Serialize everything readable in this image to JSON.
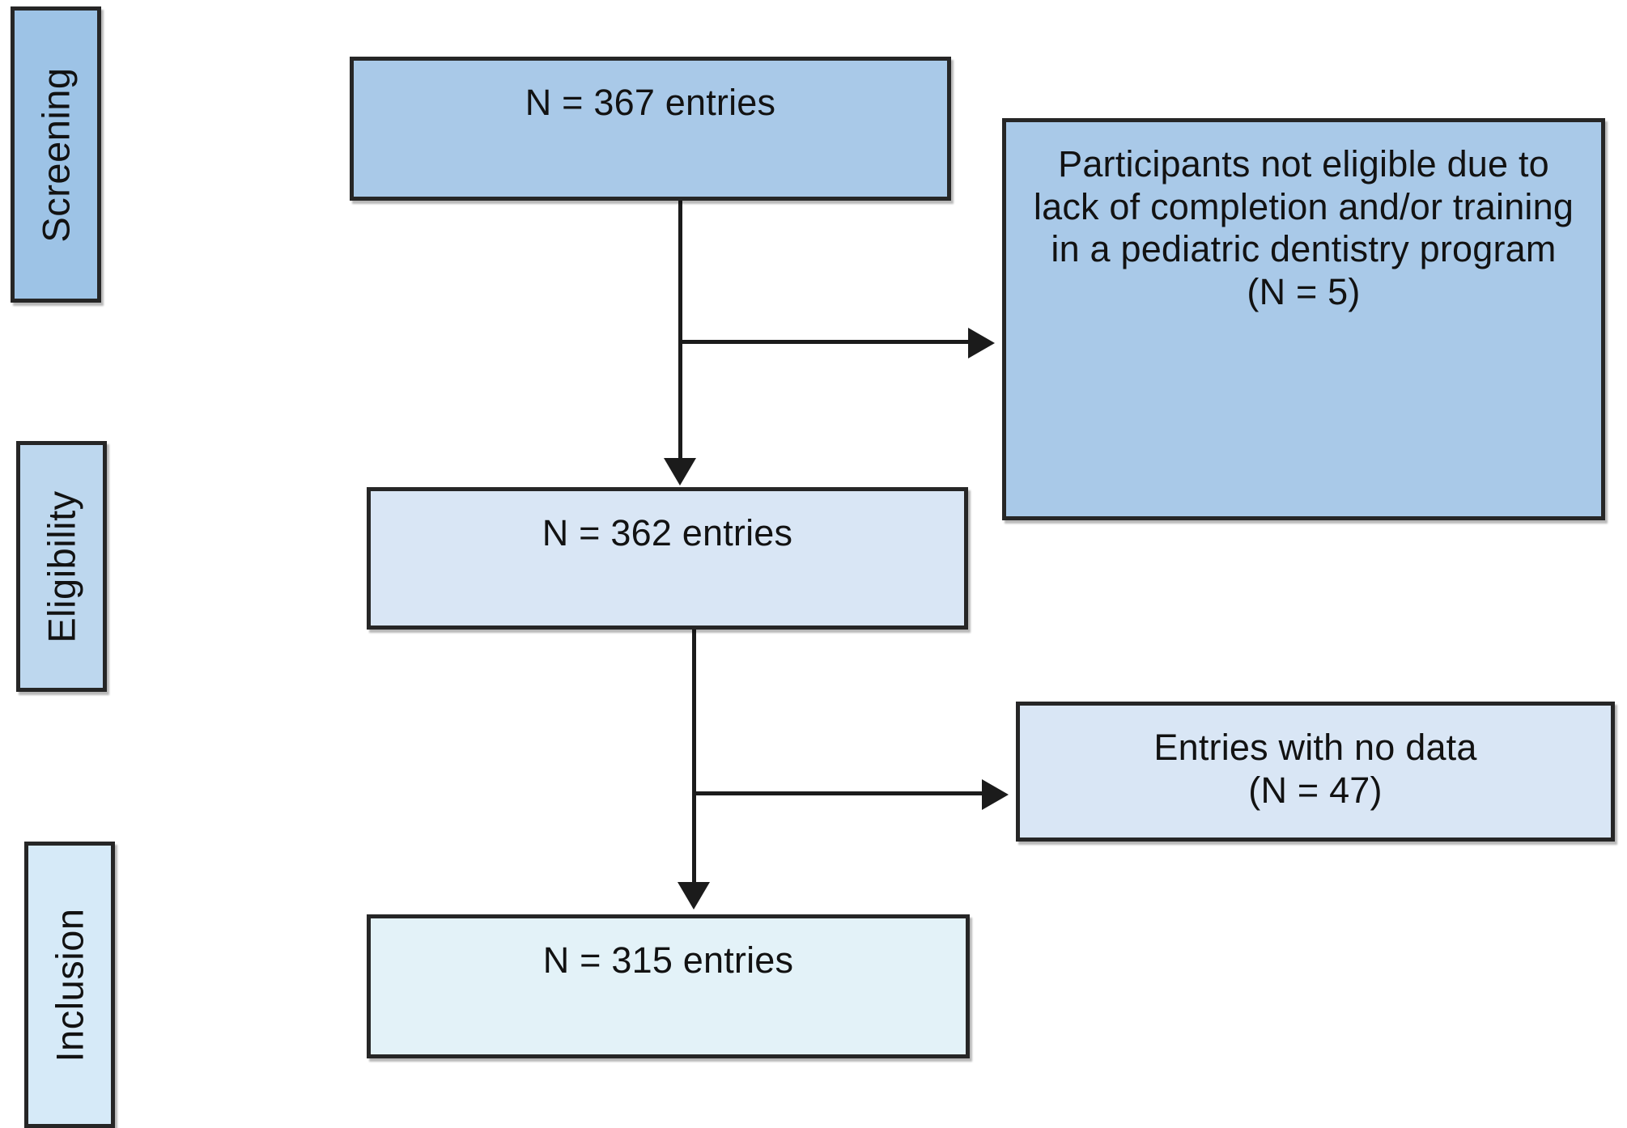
{
  "figure": {
    "type": "prisma-flow-diagram",
    "background_color": "#ffffff"
  },
  "stages": [
    {
      "key": "screening",
      "label": "Screening",
      "fill": "#9DC3E6",
      "border": "#262626"
    },
    {
      "key": "eligibility",
      "label": "Eligibility",
      "fill": "#BDD7EE",
      "border": "#262626"
    },
    {
      "key": "inclusion",
      "label": "Inclusion",
      "fill": "#D6EAF8",
      "border": "#262626"
    }
  ],
  "nodes": {
    "identified": {
      "text": "N = 367 entries",
      "fill": "#A9C9E8",
      "border": "#262626",
      "count": 367
    },
    "excluded_not_eligible": {
      "text": "Participants not eligible due to lack of completion and/or training in a pediatric dentistry program\n(N = 5)",
      "fill": "#A9C9E8",
      "border": "#262626",
      "count": 5
    },
    "eligible": {
      "text": "N = 362 entries",
      "fill": "#D9E6F5",
      "border": "#262626",
      "count": 362
    },
    "excluded_no_data": {
      "text": "Entries with no data\n(N = 47)",
      "fill": "#D9E6F5",
      "border": "#262626",
      "count": 47
    },
    "included": {
      "text": "N = 315 entries",
      "fill": "#E3F2F8",
      "border": "#262626",
      "count": 315
    }
  },
  "connectors": {
    "line_color": "#1b1b1b",
    "edges": [
      {
        "from": "identified",
        "to": "eligible",
        "kind": "down-arrow"
      },
      {
        "from": "identified",
        "to": "excluded_not_eligible",
        "kind": "right-arrow"
      },
      {
        "from": "eligible",
        "to": "included",
        "kind": "down-arrow"
      },
      {
        "from": "eligible",
        "to": "excluded_no_data",
        "kind": "right-arrow"
      }
    ]
  }
}
